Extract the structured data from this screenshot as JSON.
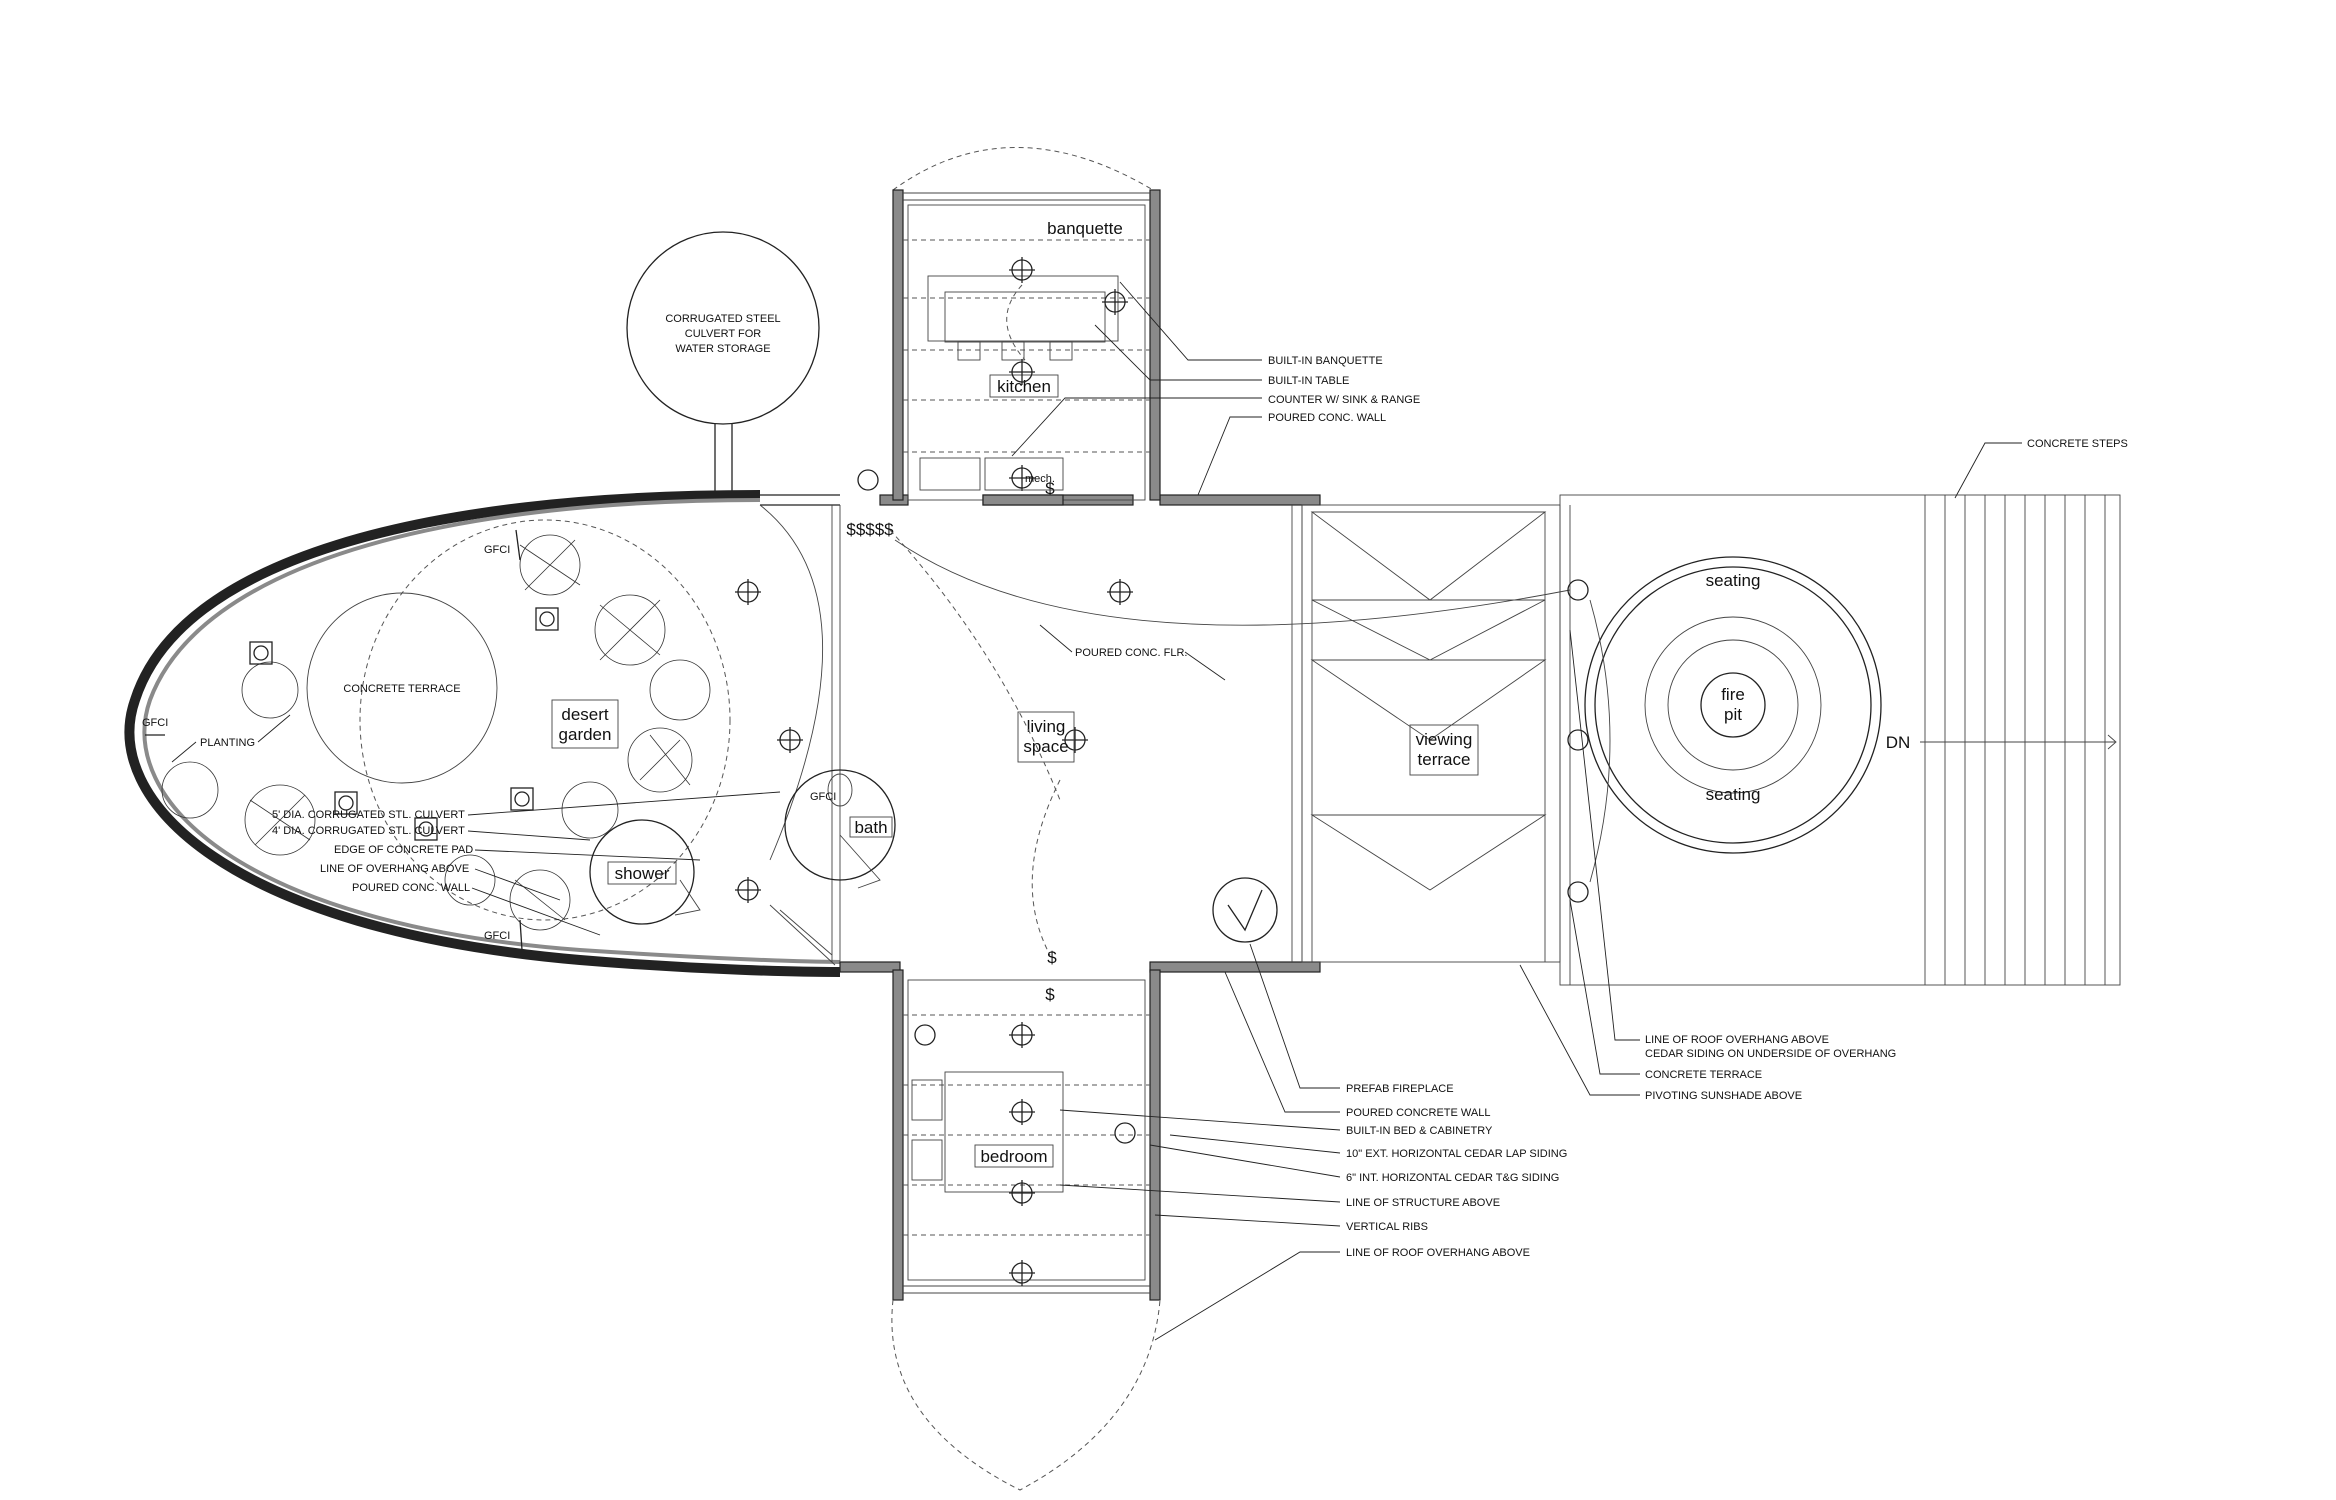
{
  "rooms": {
    "banquette": "banquette",
    "kitchen": "kitchen",
    "living_1": "living",
    "living_2": "space",
    "bath": "bath",
    "shower": "shower",
    "desert_1": "desert",
    "desert_2": "garden",
    "bedroom": "bedroom",
    "viewing_1": "viewing",
    "viewing_2": "terrace",
    "seating_top": "seating",
    "seating_bottom": "seating",
    "fire_1": "fire",
    "fire_2": "pit",
    "dn": "DN",
    "mech": "mech."
  },
  "culvert": {
    "line1": "CORRUGATED STEEL",
    "line2": "CULVERT FOR",
    "line3": "WATER STORAGE"
  },
  "labels": {
    "concrete_terrace_left": "CONCRETE TERRACE",
    "planting": "PLANTING",
    "gfci": "GFCI",
    "culvert_5": "5' DIA. CORRUGATED STL. CULVERT",
    "culvert_4": "4' DIA. CORRUGATED STL. CULVERT",
    "edge_pad": "EDGE OF CONCRETE PAD",
    "overhang_left": "LINE OF OVERHANG ABOVE",
    "conc_wall_left": "POURED CONC. WALL",
    "poured_floor": "POURED CONC. FLR.",
    "builtin_banquette": "BUILT-IN BANQUETTE",
    "builtin_table": "BUILT-IN TABLE",
    "counter": "COUNTER W/ SINK & RANGE",
    "poured_wall_top": "POURED CONC. WALL",
    "concrete_steps": "CONCRETE STEPS",
    "roof_overhang_1": "LINE OF ROOF OVERHANG ABOVE",
    "roof_overhang_2": "CEDAR SIDING ON UNDERSIDE OF OVERHANG",
    "concrete_terrace_right": "CONCRETE TERRACE",
    "pivoting": "PIVOTING SUNSHADE ABOVE",
    "fireplace": "PREFAB FIREPLACE",
    "poured_concrete_wall": "POURED CONCRETE WALL",
    "bed": "BUILT-IN BED & CABINETRY",
    "ext_siding": "10\" EXT. HORIZONTAL CEDAR LAP SIDING",
    "int_siding": "6\" INT. HORIZONTAL CEDAR T&G SIDING",
    "structure": "LINE OF STRUCTURE ABOVE",
    "ribs": "VERTICAL RIBS",
    "roof_overhang_bottom": "LINE OF ROOF OVERHANG ABOVE"
  },
  "symbols": {
    "switch": "$"
  }
}
